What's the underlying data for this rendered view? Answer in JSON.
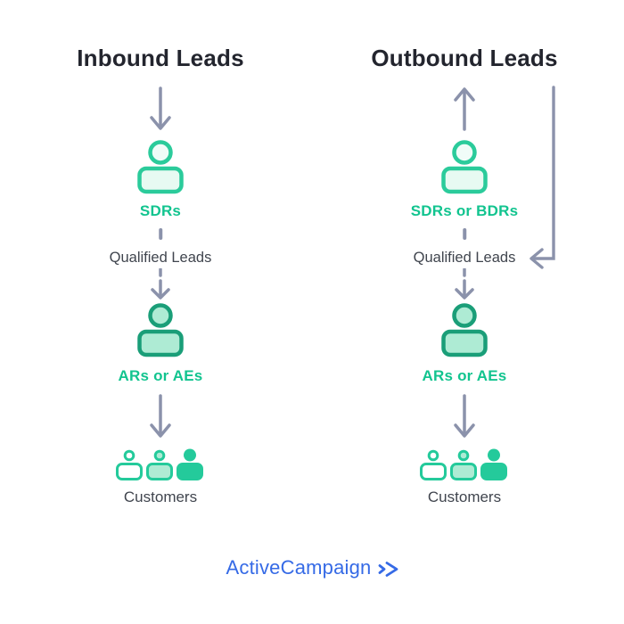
{
  "diagram": {
    "columns": [
      {
        "title": "Inbound Leads",
        "top_flow_direction": "down",
        "stage1": {
          "label": "SDRs",
          "icon": "person-icon",
          "style": "light-green"
        },
        "qualified": {
          "label": "Qualified Leads"
        },
        "stage2": {
          "label": "ARs or AEs",
          "icon": "person-icon",
          "style": "dark-green"
        },
        "customers": {
          "label": "Customers",
          "icon": "customers-group-icon"
        }
      },
      {
        "title": "Outbound Leads",
        "top_flow_direction": "up",
        "has_return_path": true,
        "stage1": {
          "label": "SDRs or BDRs",
          "icon": "person-icon",
          "style": "light-green"
        },
        "qualified": {
          "label": "Qualified Leads"
        },
        "stage2": {
          "label": "ARs or AEs",
          "icon": "person-icon",
          "style": "dark-green"
        },
        "customers": {
          "label": "Customers",
          "icon": "customers-group-icon"
        }
      }
    ],
    "icons": {
      "flow_down": "arrow-down-icon",
      "flow_up": "arrow-up-icon",
      "stage_person": "person-icon",
      "customers_group": "customers-group-icon",
      "return_path": "return-arrow-icon",
      "logo_mark": "double-chevron-right-icon"
    },
    "colors": {
      "green_bright": "#2bcb9b",
      "green_dark": "#1a9e78",
      "green_label": "#12c48f",
      "mint_light": "#e7faf2",
      "mint_lighter": "#f0fcf8",
      "mint_mid": "#aeebd4",
      "arrow_gray": "#8b92ab",
      "title_dark": "#23252e",
      "text_dark": "#40454e",
      "brand_blue": "#356ae6",
      "background": "#ffffff"
    }
  },
  "branding": {
    "logo_text": "ActiveCampaign"
  }
}
